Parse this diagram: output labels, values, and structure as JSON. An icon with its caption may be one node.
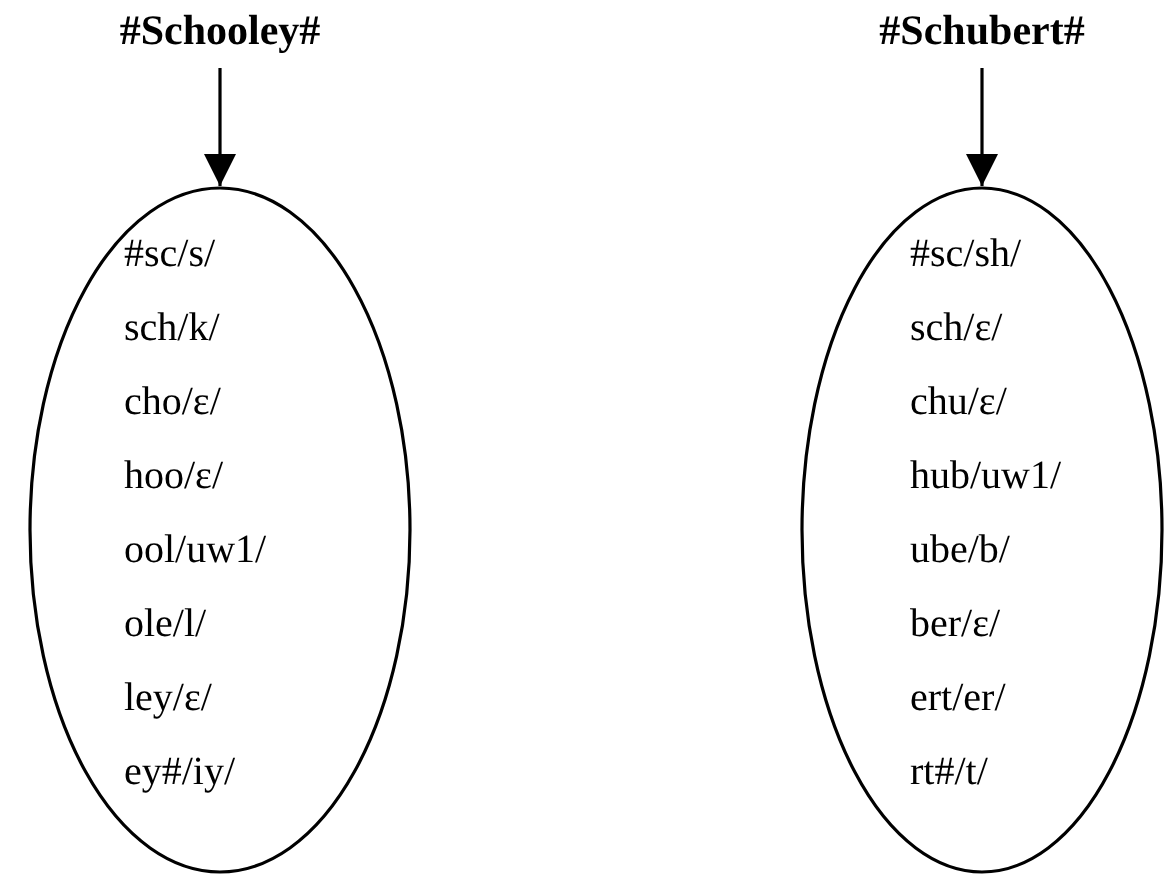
{
  "diagram": {
    "nodes": [
      {
        "text": [
          "#Schooley#"
        ]
      },
      {
        "text": [
          "#sc/s/",
          "sch/k/",
          "cho/ε/",
          "hoo/ε/",
          "ool/uw1/",
          "ole/l/",
          "ley/ε/",
          "ey#/iy/"
        ]
      },
      {
        "text": [
          "#Schubert#"
        ]
      },
      {
        "text": [
          "#sc/sh/",
          "sch/ε/",
          "chu/ε/",
          "hub/uw1/",
          "ube/b/",
          "ber/ε/",
          "ert/er/",
          "rt#/t/"
        ]
      }
    ],
    "edges": [
      {
        "from": 0,
        "to": 1,
        "arrow": "to"
      },
      {
        "from": 2,
        "to": 3,
        "arrow": "to"
      }
    ]
  }
}
